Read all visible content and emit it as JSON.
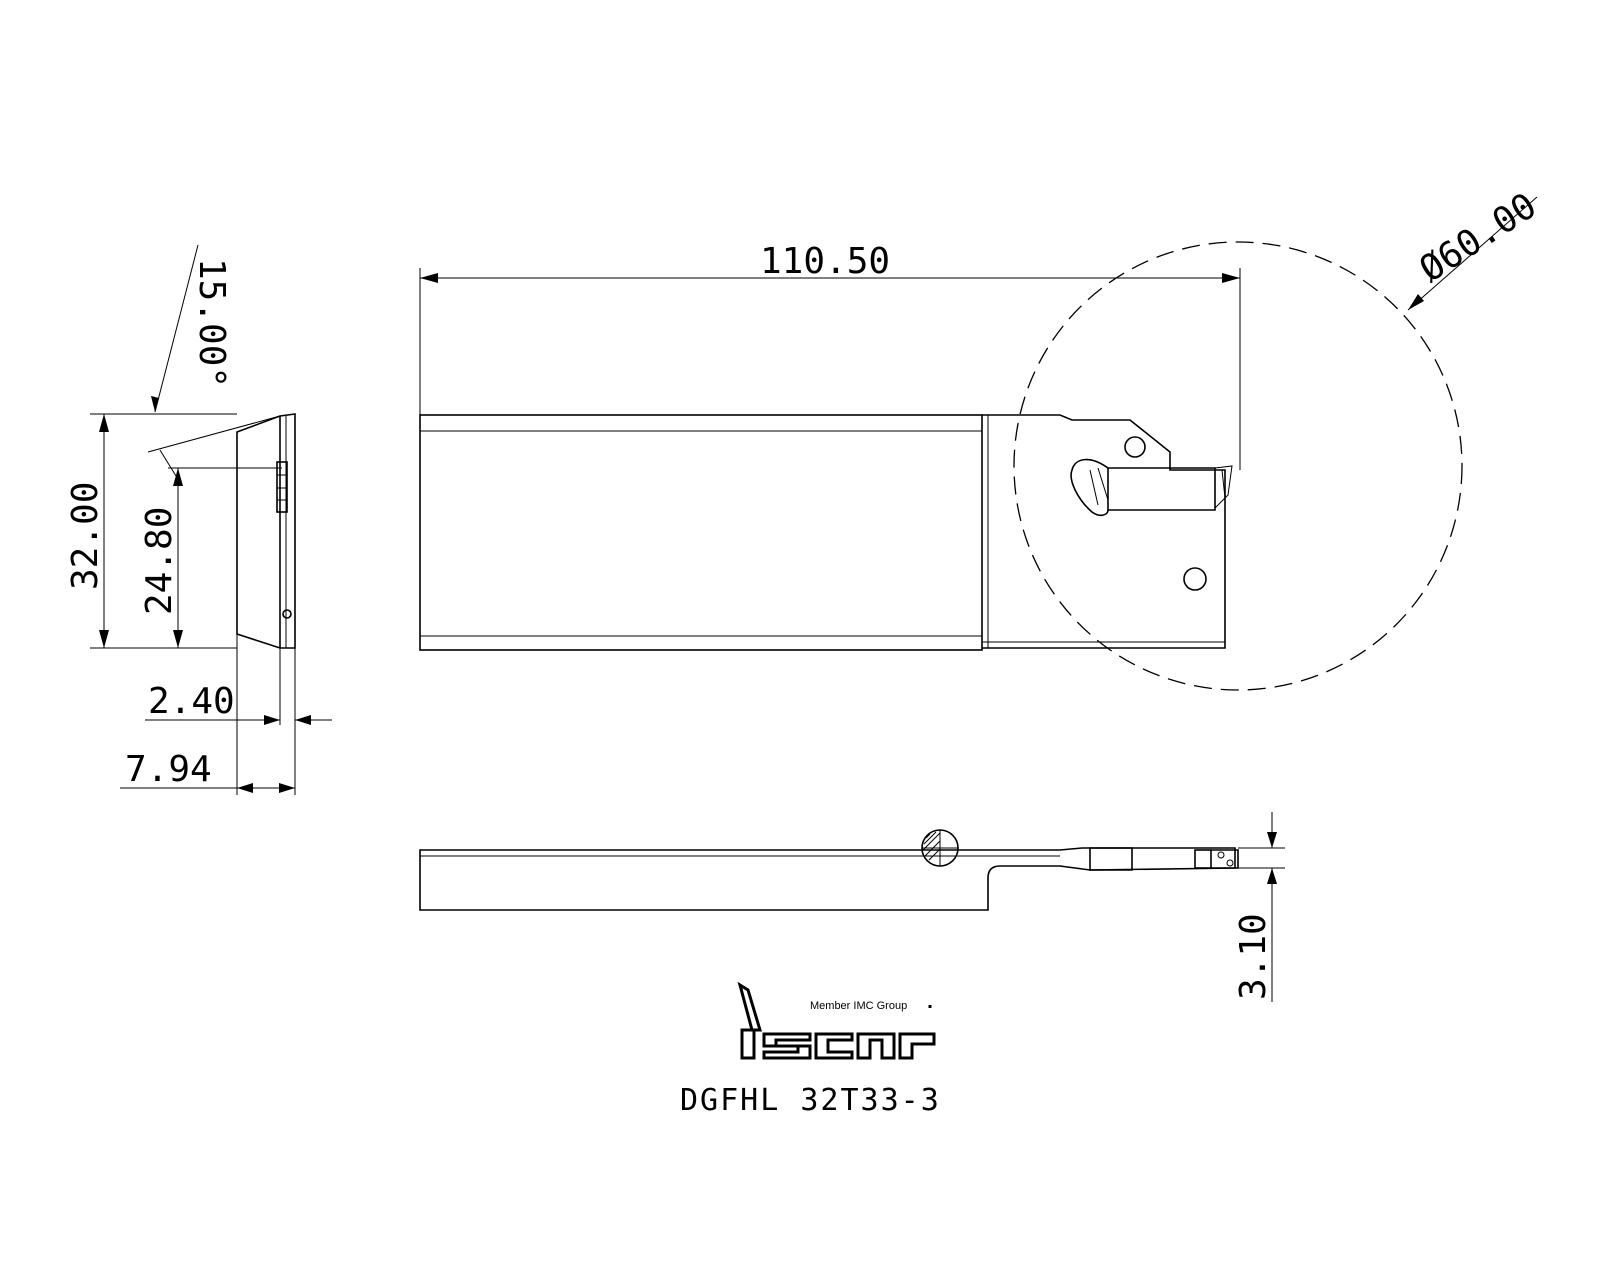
{
  "dimensions": {
    "angle": "15.00°",
    "overall_height": "32.00",
    "inner_height": "24.80",
    "width_small": "2.40",
    "width_total": "7.94",
    "overall_length": "110.50",
    "diameter": "Ø60.00",
    "blade_offset": "3.10"
  },
  "logo": {
    "tagline": "Member IMC Group",
    "brand": "iscar"
  },
  "part_number": "DGFHL 32T33-3",
  "colors": {
    "line": "#000000",
    "background": "#ffffff"
  }
}
